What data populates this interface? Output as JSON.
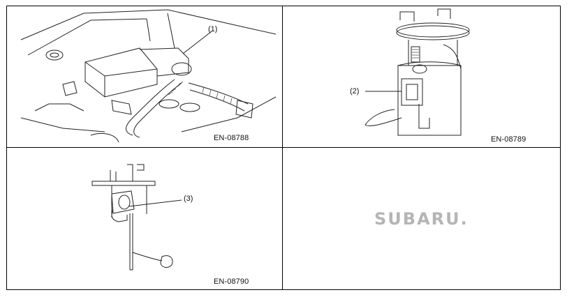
{
  "figures": [
    {
      "code": "EN-08788",
      "callout": "(1)"
    },
    {
      "code": "EN-08789",
      "callout": "(2)"
    },
    {
      "code": "EN-08790",
      "callout": "(3)"
    }
  ],
  "logo": {
    "text": "SUBARU."
  }
}
